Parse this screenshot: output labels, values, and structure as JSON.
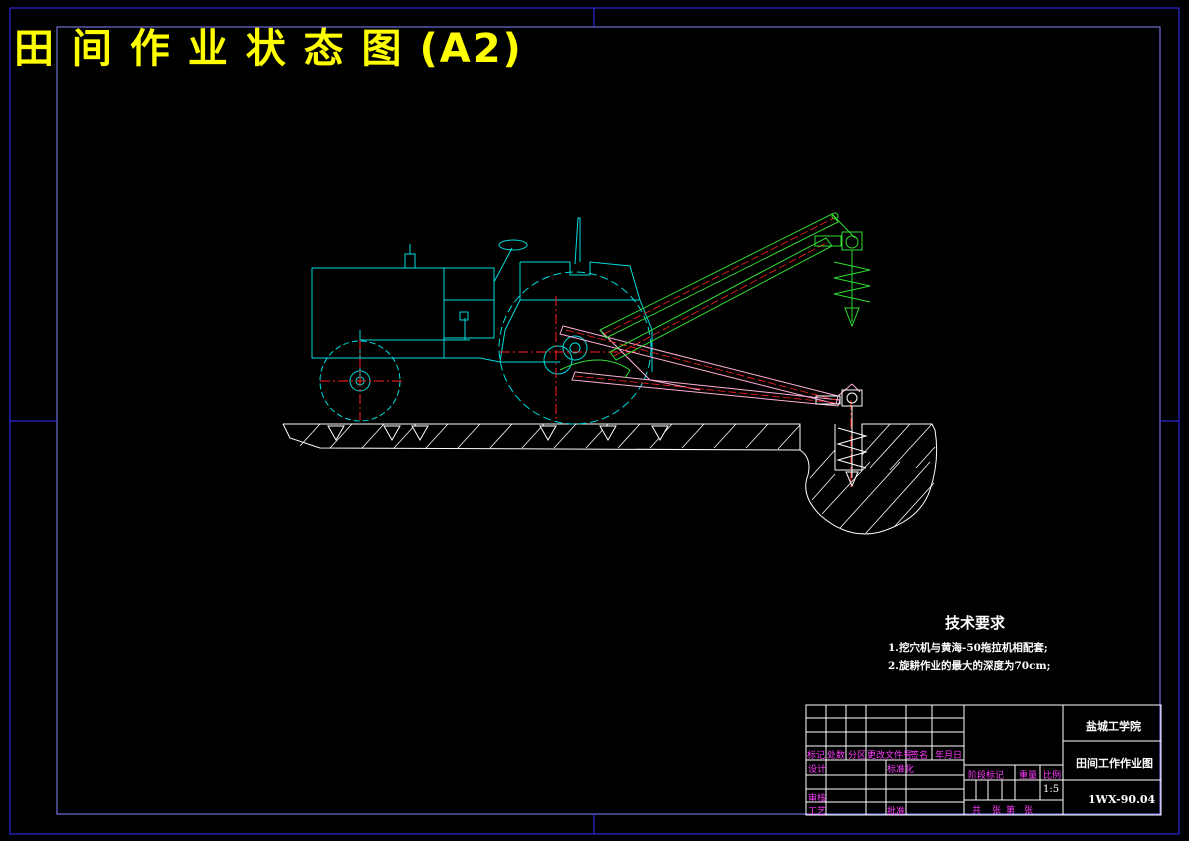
{
  "title": "田 间 作 业 状 态 图 (A2)",
  "tech_requirements": {
    "heading": "技术要求",
    "items": [
      "1.挖穴机与黄海-50拖拉机相配套;",
      "2.旋耕作业的最大的深度为70cm;"
    ]
  },
  "title_block": {
    "school": "盐城工学院",
    "drawing_name": "田间工作作业图",
    "drawing_number": "1WX-90.04",
    "scale": "1:5",
    "labels": {
      "mark": "标记",
      "count": "处数",
      "zone": "分区",
      "change_doc": "更改文件号",
      "signature": "签名",
      "date": "年月日",
      "design": "设计",
      "standardize": "标准化",
      "stage_mark": "阶段标记",
      "weight": "重量",
      "scale_label": "比例",
      "review": "审核",
      "process": "工艺",
      "approve": "批准",
      "sheets_total": "共",
      "sheets_unit": "张",
      "sheet_no": "第",
      "sheet_unit2": "张"
    }
  },
  "colors": {
    "frame": "#3030ff",
    "border": "#ffffff",
    "title": "#ffff00",
    "tractor": "#00dcdc",
    "linkage": "#ffb0d8",
    "auger": "#33dd33",
    "centerline": "#ff2020",
    "tb_label": "#ff3cff"
  }
}
